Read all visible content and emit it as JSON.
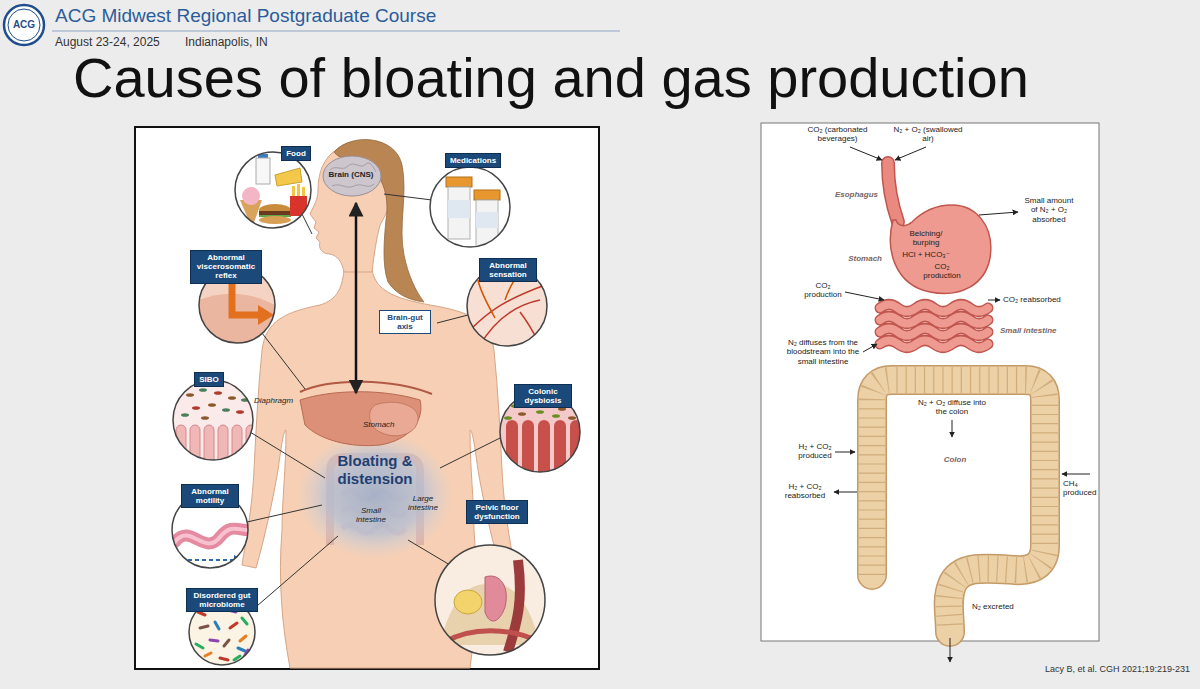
{
  "diagram": {
    "title": "Causes of bloating and gas production",
    "nodes": [
      {
        "text": [
          "Food"
        ]
      },
      {
        "text": [
          "Medications"
        ]
      },
      {
        "text": [
          "Abnormal viscerosomatic reflex"
        ]
      },
      {
        "text": [
          "Abnormal sensation"
        ]
      },
      {
        "text": [
          "Brain-gut axis"
        ]
      },
      {
        "text": [
          "SIBO"
        ]
      },
      {
        "text": [
          "Colonic dysbiosis"
        ]
      },
      {
        "text": [
          "Abnormal motility"
        ]
      },
      {
        "text": [
          "Pelvic floor dysfunction"
        ]
      },
      {
        "text": [
          "Disordered gut microbiome"
        ]
      }
    ],
    "labels": [
      "ACG",
      "ACG Midwest Regional Postgraduate Course",
      "August 23-24, 2025",
      "Indianapolis, IN",
      "Brain (CNS)",
      "Diaphragm",
      "Stomach",
      "Bloating & distension",
      "Small intestine",
      "Large intestine",
      "CO₂ (carbonated beverages)",
      "N₂ + O₂ (swallowed air)",
      "Esophagus",
      "Small amount of N₂ + O₂ absorbed",
      "Belching/ burping",
      "HCl + HCO₃⁻",
      "Stomach",
      "CO₂ production",
      "CO₂ production",
      "CO₂ reabsorbed",
      "Small intestine",
      "N₂ diffuses from the bloodstream into the small intestine",
      "N₂ + O₂ diffuse into the colon",
      "H₂ + CO₂ produced",
      "Colon",
      "CH₄ produced",
      "H₂ + CO₂ reabsorbed",
      "N₂ excreted",
      "Lacy B, et al. CGH 2021;19:219-231"
    ]
  }
}
